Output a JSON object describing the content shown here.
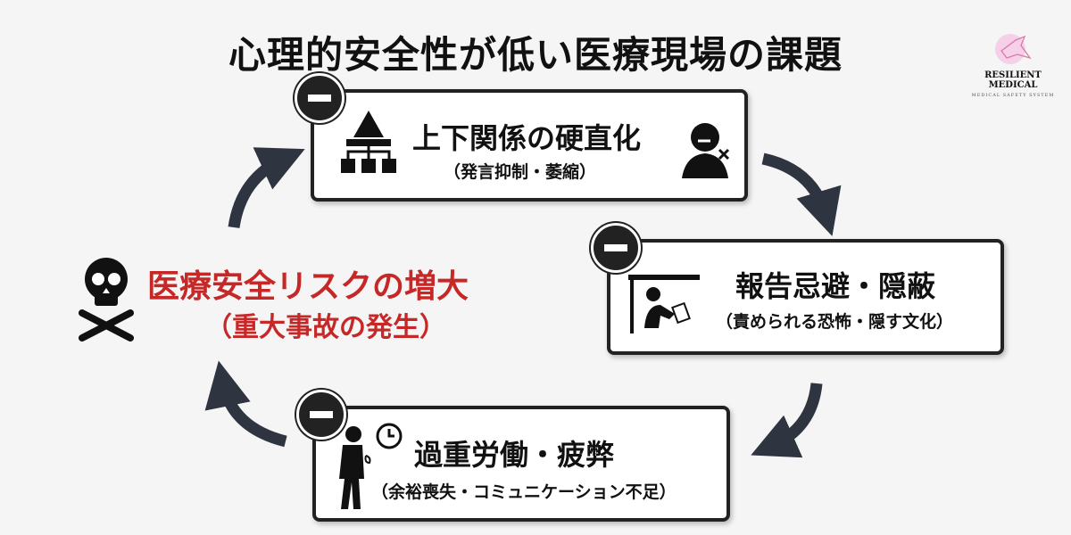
{
  "title": "心理的安全性が低い医療現場の課題",
  "logo": {
    "name": "RESILIENT MEDICAL",
    "tagline": "MEDICAL SAFETY SYSTEM"
  },
  "center": {
    "title": "医療安全リスクの増大",
    "subtitle": "（重大事故の発生）",
    "color": "#c62828"
  },
  "boxes": [
    {
      "title": "上下関係の硬直化",
      "subtitle": "（発言抑制・萎縮）"
    },
    {
      "title": "報告忌避・隠蔽",
      "subtitle": "（責められる恐怖・隠す文化）"
    },
    {
      "title": "過重労働・疲弊",
      "subtitle": "（余裕喪失・コミュニケーション不足）"
    }
  ]
}
